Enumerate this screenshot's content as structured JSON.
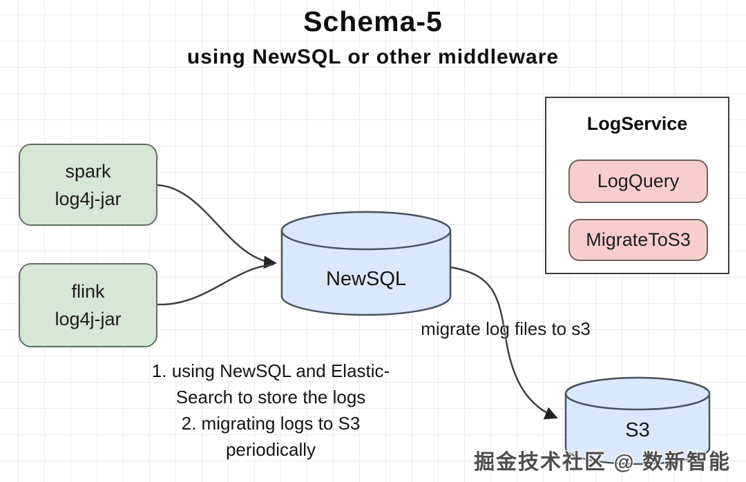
{
  "title": "Schema-5",
  "subtitle": "using NewSQL or other middleware",
  "nodes": {
    "spark": {
      "line1": "spark",
      "line2": "log4j-jar"
    },
    "flink": {
      "line1": "flink",
      "line2": "log4j-jar"
    },
    "newsql": {
      "label": "NewSQL"
    },
    "s3": {
      "label": "S3"
    },
    "logservice": {
      "title": "LogService",
      "items": [
        {
          "label": "LogQuery"
        },
        {
          "label": "MigrateToS3"
        }
      ]
    }
  },
  "edges": {
    "migrate_label": "migrate log files to s3"
  },
  "notes": {
    "line1": "1. using NewSQL and Elastic-",
    "line2": "Search to store the logs",
    "line3": "2. migrating logs to S3",
    "line4": "periodically"
  },
  "watermark": {
    "text": "掘金技术社区 @ 数新智能"
  },
  "colors": {
    "node_green_fill": "#d5e8d4",
    "node_blue_fill": "#dae8fc",
    "node_pink_fill": "#f8cecc",
    "border_dark": "#3c3c3c",
    "arrow": "#3f3f3f",
    "grid": "#ededed"
  }
}
